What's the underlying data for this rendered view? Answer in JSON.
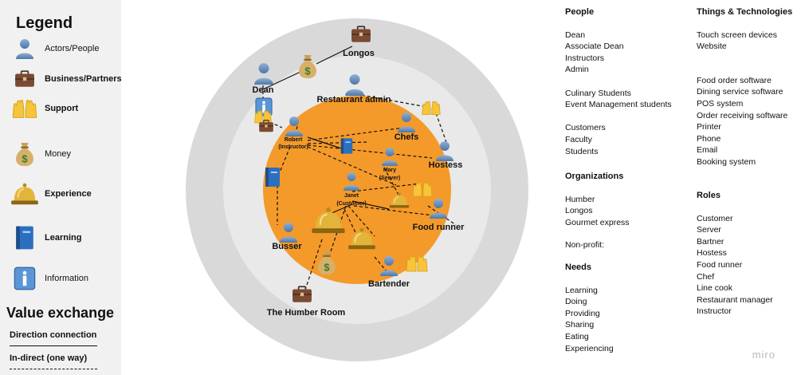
{
  "legend": {
    "title": "Legend",
    "items": [
      {
        "icon": "person-icon",
        "label": "Actors/People",
        "bold": false
      },
      {
        "icon": "briefcase-icon",
        "label": "Business/Partners",
        "bold": true
      },
      {
        "icon": "hands-icon",
        "label": "Support",
        "bold": true
      },
      {
        "icon": "money-bag-icon",
        "label": "Money",
        "bold": false
      },
      {
        "icon": "bell-icon",
        "label": "Experience",
        "bold": true
      },
      {
        "icon": "book-icon",
        "label": "Learning",
        "bold": true
      },
      {
        "icon": "info-icon",
        "label": "Information",
        "bold": false
      }
    ],
    "value_exchange_title": "Value exchange",
    "direction_label": "Direction connection",
    "indirect_label": "In-direct (one way)"
  },
  "diagram": {
    "nodes": {
      "dean": "Dean",
      "longos": "Longos",
      "restaurant_admin": "Restaurant admin",
      "robert_line1": "Robert",
      "robert_line2": "(Instructor)",
      "chefs": "Chefs",
      "hostess": "Hostess",
      "mary_line1": "Mary",
      "mary_line2": "(Server)",
      "janet_line1": "Janet",
      "janet_line2": "(Customer)",
      "food_runner": "Food runner",
      "busser": "Busser",
      "bartender": "Bartender",
      "humber_room": "The Humber Room"
    },
    "colors": {
      "outer_ring": "#d9d9d9",
      "middle_ring": "#e9e9e9",
      "core": "#f49a2a"
    }
  },
  "columns": {
    "people": {
      "title": "People",
      "groups": [
        [
          "Dean",
          "Associate Dean",
          "Instructors",
          "Admin"
        ],
        [
          "Culinary Students",
          "Event Management students"
        ],
        [
          "Customers",
          "Faculty",
          "Students"
        ]
      ]
    },
    "organizations": {
      "title": "Organizations",
      "items": [
        "Humber",
        "Longos",
        "Gourmet express"
      ],
      "nonprofit": "Non-profit:"
    },
    "needs": {
      "title": "Needs",
      "items": [
        "Learning",
        "Doing",
        "Providing",
        "Sharing",
        "Eating",
        "Experiencing"
      ]
    },
    "things": {
      "title": "Things & Technologies",
      "group1": [
        "Touch screen devices",
        "Website"
      ],
      "group2": [
        "Food order software",
        "Dining service software",
        "POS system",
        "Order receiving software",
        "Printer",
        "Phone",
        "Email",
        "Booking system"
      ]
    },
    "roles": {
      "title": "Roles",
      "items": [
        "Customer",
        "Server",
        "Bartner",
        "Hostess",
        "Food runner",
        "Chef",
        "Line cook",
        "Restaurant manager",
        "Instructor"
      ]
    }
  },
  "brand": "miro"
}
